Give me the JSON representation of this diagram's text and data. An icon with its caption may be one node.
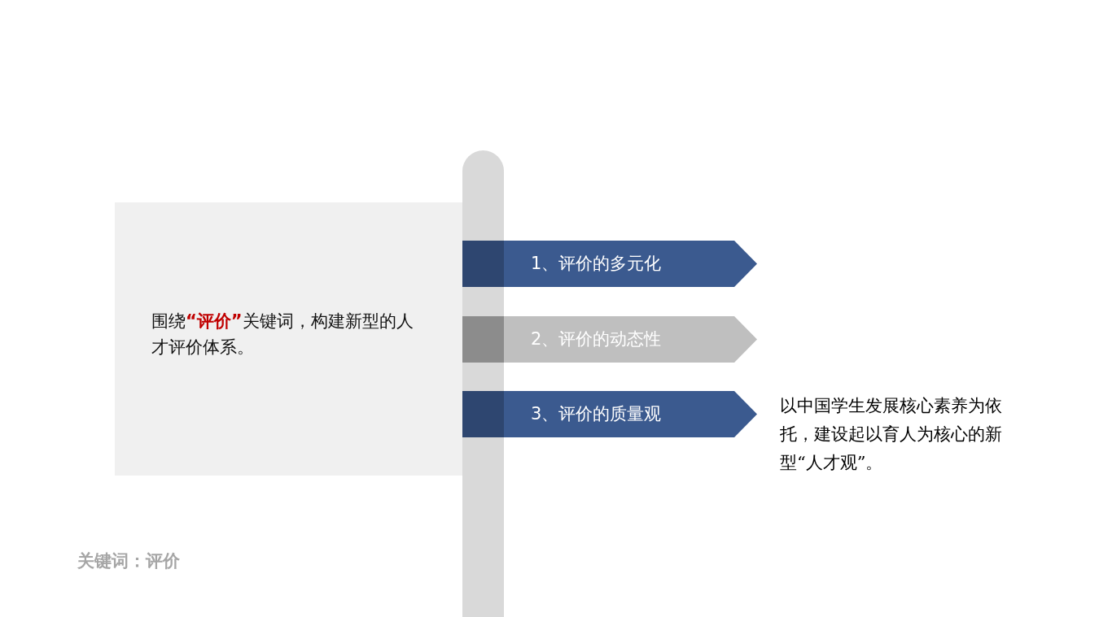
{
  "diagram": {
    "nodes": [
      {
        "text": [
          "围绕**“评价”**关键词，构建新型的人才评价体系。"
        ]
      },
      {
        "text": [
          "1、评价的多元化"
        ]
      },
      {
        "text": [
          "2、评价的动态性"
        ]
      },
      {
        "text": [
          "3、评价的质量观"
        ],
        "beside": [
          "以中国学生发展核心素养为依托，建设起以育人为核心的新型“人才观”。"
        ]
      },
      {
        "text": [],
        "shape": "bar"
      }
    ],
    "edges": [],
    "labels": [
      "关键词：评价"
    ]
  }
}
